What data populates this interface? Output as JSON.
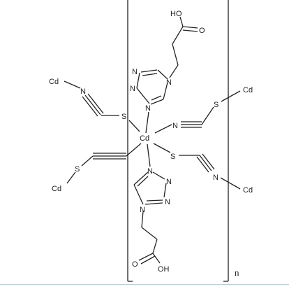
{
  "labels": {
    "cd_center": "Cd",
    "cd_top_left": "Cd",
    "cd_top_right": "Cd",
    "cd_bottom_left": "Cd",
    "cd_bottom_right": "Cd",
    "n": "N",
    "s": "S",
    "oh": "HO",
    "oh_bottom": "OH",
    "o": "O",
    "repeat_n": "n"
  }
}
